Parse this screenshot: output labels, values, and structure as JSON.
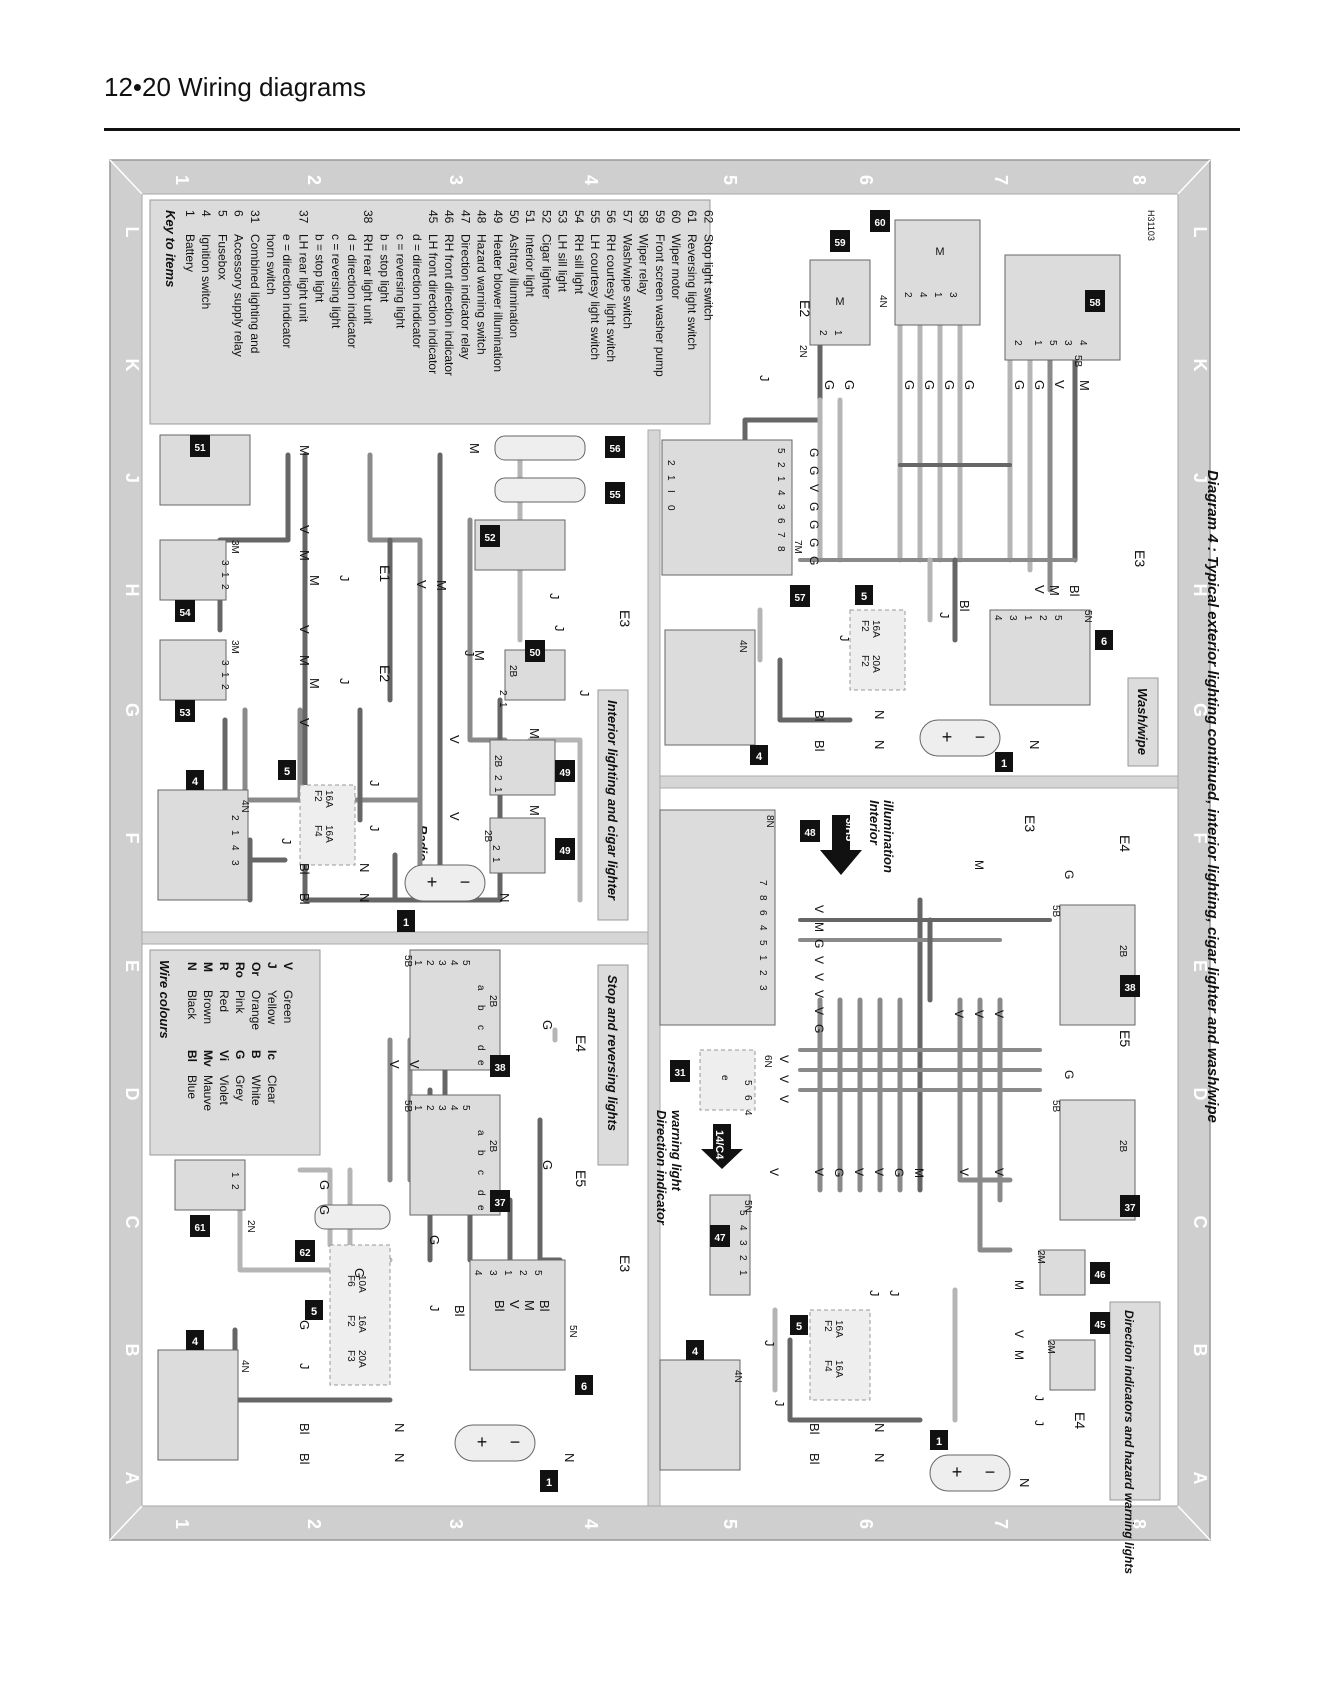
{
  "header": {
    "text": "12•20  Wiring diagrams"
  },
  "diagram": {
    "title": "Diagram 4 : Typical exterior lighting continued, interior lighting, cigar lighter and wash/wipe",
    "code": "H31103"
  },
  "grid": {
    "numbers": [
      "1",
      "2",
      "3",
      "4",
      "5",
      "6",
      "7",
      "8"
    ],
    "letters": [
      "A",
      "B",
      "C",
      "D",
      "E",
      "F",
      "G",
      "H",
      "J",
      "K",
      "L"
    ]
  },
  "key": {
    "title": "Key to items",
    "items": [
      {
        "num": "1",
        "text": "Battery"
      },
      {
        "num": "4",
        "text": "Ignition switch"
      },
      {
        "num": "5",
        "text": "Fusebox"
      },
      {
        "num": "6",
        "text": "Accessory supply relay"
      },
      {
        "num": "31",
        "text": "Combined lighting and"
      },
      {
        "num": "",
        "text": "horn switch"
      },
      {
        "num": "",
        "text": "e = direction indicator"
      },
      {
        "num": "37",
        "text": "LH rear light unit"
      },
      {
        "num": "",
        "text": "b = stop light"
      },
      {
        "num": "",
        "text": "c = reversing light"
      },
      {
        "num": "",
        "text": "d = direction indicator"
      },
      {
        "num": "38",
        "text": "RH rear light unit"
      },
      {
        "num": "",
        "text": "b = stop light"
      },
      {
        "num": "",
        "text": "c = reversing light"
      },
      {
        "num": "",
        "text": "d = direction indicator"
      },
      {
        "num": "45",
        "text": "LH front direction indicator"
      },
      {
        "num": "46",
        "text": "RH front direction indicator"
      },
      {
        "num": "47",
        "text": "Direction indicator relay"
      },
      {
        "num": "48",
        "text": "Hazard warning switch"
      },
      {
        "num": "49",
        "text": "Heater blower illumination"
      },
      {
        "num": "50",
        "text": "Ashtray illumination"
      },
      {
        "num": "51",
        "text": "Interior light"
      },
      {
        "num": "52",
        "text": "Cigar lighter"
      },
      {
        "num": "53",
        "text": "LH sill light"
      },
      {
        "num": "54",
        "text": "RH sill light"
      },
      {
        "num": "55",
        "text": "LH courtesy light switch"
      },
      {
        "num": "56",
        "text": "RH courtesy light switch"
      },
      {
        "num": "57",
        "text": "Wash/wipe switch"
      },
      {
        "num": "58",
        "text": "Wiper relay"
      },
      {
        "num": "59",
        "text": "Front screen washer pump"
      },
      {
        "num": "60",
        "text": "Wiper motor"
      },
      {
        "num": "61",
        "text": "Reversing light switch"
      },
      {
        "num": "62",
        "text": "Stop light switch"
      }
    ]
  },
  "wire_colours": {
    "title": "Wire colours",
    "left": [
      {
        "code": "N",
        "name": "Black"
      },
      {
        "code": "M",
        "name": "Brown"
      },
      {
        "code": "R",
        "name": "Red"
      },
      {
        "code": "Ro",
        "name": "Pink"
      },
      {
        "code": "Or",
        "name": "Orange"
      },
      {
        "code": "J",
        "name": "Yellow"
      },
      {
        "code": "V",
        "name": "Green"
      }
    ],
    "right": [
      {
        "code": "Bl",
        "name": "Blue"
      },
      {
        "code": "Mv",
        "name": "Mauve"
      },
      {
        "code": "Vi",
        "name": "Violet"
      },
      {
        "code": "G",
        "name": "Grey"
      },
      {
        "code": "B",
        "name": "White"
      },
      {
        "code": "Ic",
        "name": "Clear"
      }
    ]
  },
  "panels": {
    "interior": "Interior lighting and cigar lighter",
    "stop": "Stop and reversing lights",
    "washwipe": "Wash/wipe",
    "direction": "Direction indicators and hazard warning lights"
  },
  "annotations": {
    "radio": "Radio",
    "interior_illum_1": "Interior",
    "interior_illum_2": "illumination",
    "ref_3h5": "3/H5",
    "ref_14c4": "14/C4",
    "dir_warn_1": "Direction indicator",
    "dir_warn_2": "warning light"
  },
  "fuses": {
    "f2_16a": [
      "F2",
      "16A"
    ],
    "f4_16a": [
      "F4",
      "16A"
    ],
    "f3_20a": [
      "F3",
      "20A"
    ],
    "f6_10a": [
      "F6",
      "10A"
    ],
    "f2_20a": [
      "F2",
      "20A"
    ]
  },
  "earths": [
    "E1",
    "E2",
    "E3",
    "E4",
    "E5"
  ],
  "components": {
    "n1": "1",
    "n4": "4",
    "n5": "5",
    "n6": "6",
    "n31": "31",
    "n37": "37",
    "n38": "38",
    "n45": "45",
    "n46": "46",
    "n47": "47",
    "n48": "48",
    "n49": "49",
    "n50": "50",
    "n51": "51",
    "n52": "52",
    "n53": "53",
    "n54": "54",
    "n55": "55",
    "n56": "56",
    "n57": "57",
    "n58": "58",
    "n59": "59",
    "n60": "60",
    "n61": "61",
    "n62": "62"
  },
  "wire_labels": {
    "n": "N",
    "bl": "Bl",
    "m": "M",
    "v": "V",
    "j": "J",
    "g": "G"
  },
  "connectors": {
    "c4n": "4N",
    "c5b": "5B",
    "c2b": "2B",
    "c3m": "3M",
    "c2n": "2N",
    "c5n": "5N",
    "c6n": "6N",
    "c7m": "7M",
    "c8n": "8N",
    "c2m": "2M"
  },
  "pins": {
    "p1": "1",
    "p2": "2",
    "p3": "3",
    "p4": "4",
    "p5": "5",
    "p6": "6",
    "p7": "7",
    "p8": "8",
    "pa": "a",
    "pb": "b",
    "pc": "c",
    "pd": "d",
    "pe": "e",
    "p0": "0",
    "pI": "I"
  },
  "symbols": {
    "plus": "+",
    "minus": "−",
    "motor": "M"
  }
}
